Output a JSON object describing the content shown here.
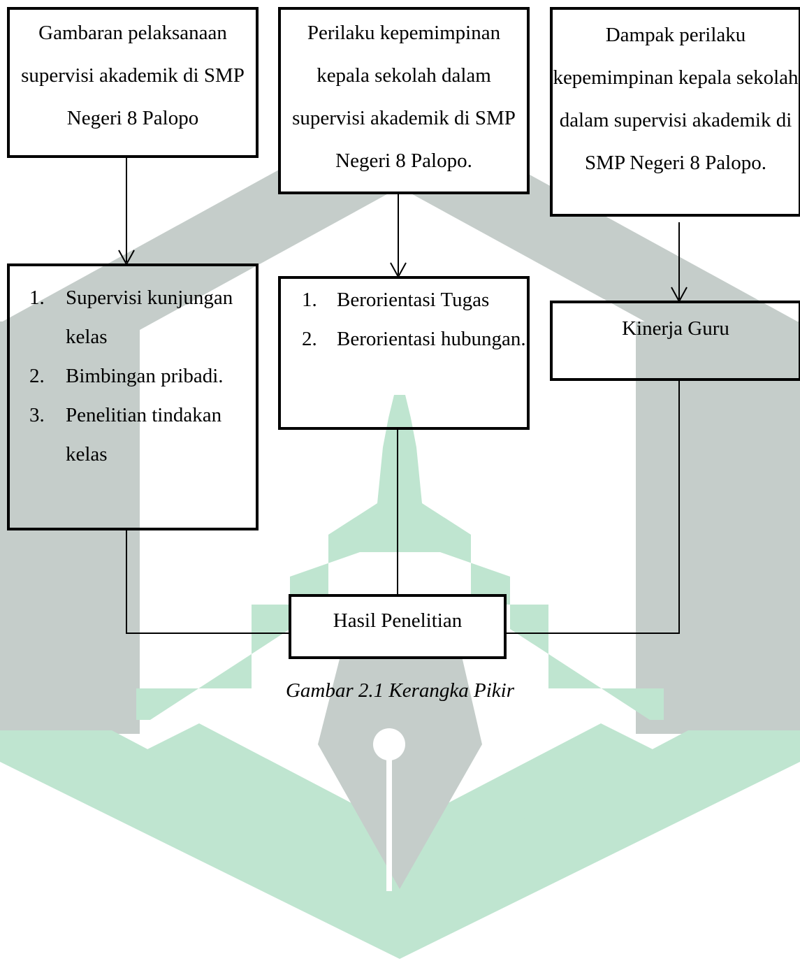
{
  "diagram": {
    "top_boxes": [
      {
        "text": "Gambaran pelaksanaan supervisi akademik di SMP Negeri 8 Palopo"
      },
      {
        "text": "Perilaku kepemimpinan kepala sekolah dalam supervisi akademik di SMP Negeri 8 Palopo."
      },
      {
        "text": "Dampak perilaku kepemimpinan kepala sekolah dalam supervisi akademik di SMP Negeri 8 Palopo."
      }
    ],
    "middle_left": {
      "items": [
        {
          "num": "1.",
          "text": "Supervisi kunjungan kelas"
        },
        {
          "num": "2.",
          "text": "Bimbingan pribadi."
        },
        {
          "num": "3.",
          "text": "Penelitian tindakan kelas"
        }
      ]
    },
    "middle_center": {
      "items": [
        {
          "num": "1.",
          "text": "Berorientasi Tugas"
        },
        {
          "num": "2.",
          "text": "Berorientasi hubungan."
        }
      ]
    },
    "middle_right": {
      "text": "Kinerja Guru"
    },
    "result": {
      "text": "Hasil Penelitian"
    },
    "caption": "Gambar 2.1 Kerangka Pikir"
  },
  "colors": {
    "watermark_gray": "#c5cdca",
    "watermark_green": "#bfe5d0",
    "stroke": "#000000"
  }
}
